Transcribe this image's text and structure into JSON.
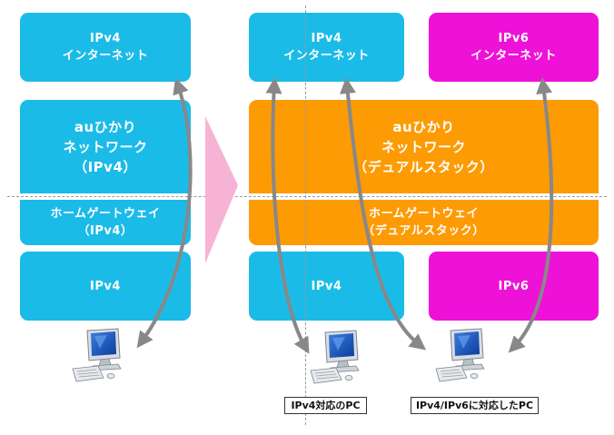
{
  "left": {
    "internet": {
      "line1": "IPv4",
      "line2": "インターネット"
    },
    "network": {
      "line1": "auひかり",
      "line2": "ネットワーク",
      "line3": "（IPv4）"
    },
    "gateway": {
      "line1": "ホームゲートウェイ",
      "line2": "（IPv4）"
    },
    "lan": {
      "label": "IPv4"
    }
  },
  "right": {
    "internet_v4": {
      "line1": "IPv4",
      "line2": "インターネット"
    },
    "internet_v6": {
      "line1": "IPv6",
      "line2": "インターネット"
    },
    "network": {
      "line1": "auひかり",
      "line2": "ネットワーク",
      "line3": "（デュアルスタック）"
    },
    "gateway": {
      "line1": "ホームゲートウェイ",
      "line2": "（デュアルスタック）"
    },
    "lan_v4": {
      "label": "IPv4"
    },
    "lan_v6": {
      "label": "IPv6"
    }
  },
  "pcs": {
    "ipv4_caption": "IPv4対応のPC",
    "dual_caption": "IPv4/IPv6に対応したPC"
  },
  "colors": {
    "ipv4": "#1bbbe8",
    "ipv6": "#ee11d8",
    "dual_stack": "#fd9b05",
    "arrow": "#888888",
    "transition_arrow": "#f7b3d5"
  }
}
